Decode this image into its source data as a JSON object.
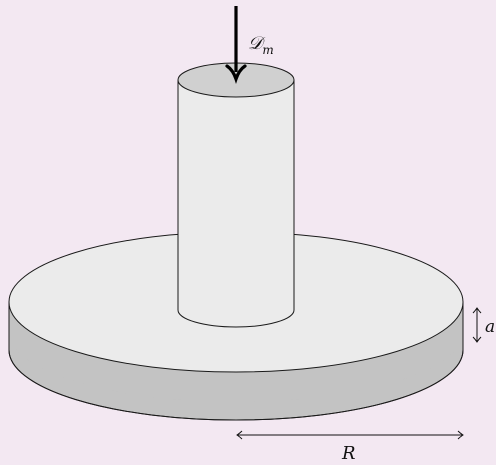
{
  "labels": {
    "flow_symbol": "𝒟",
    "flow_subscript": "m",
    "radius": "R",
    "gap": "a"
  },
  "colors": {
    "background": "#f3e8f2",
    "bottom_disk": "#c3c3c3",
    "top_disk": "#ebebeb",
    "cylinder": "#ebebeb",
    "cylinder_top": "#d0d0d0",
    "stroke": "#1a1a1a",
    "arrow": "#000000"
  }
}
